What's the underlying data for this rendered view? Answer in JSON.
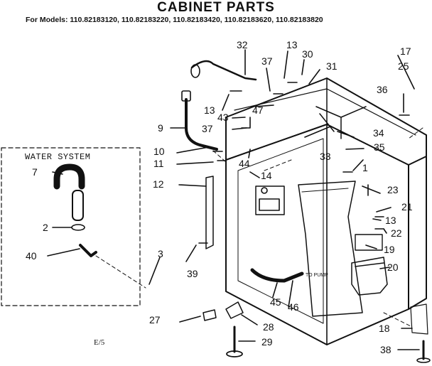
{
  "title": "CABINET PARTS",
  "subtitle": "For Models: 110.82183120, 110.82183220, 110.82183420, 110.82183620, 110.82183820",
  "water_system_label": "WATER SYSTEM",
  "to_pump_label": "TO PUMP",
  "page_code": "E/5",
  "callouts": [
    "1",
    "2",
    "3",
    "7",
    "9",
    "10",
    "11",
    "12",
    "13",
    "13",
    "13",
    "14",
    "17",
    "18",
    "19",
    "20",
    "21",
    "22",
    "23",
    "25",
    "27",
    "28",
    "29",
    "30",
    "31",
    "32",
    "33",
    "34",
    "35",
    "36",
    "37",
    "37",
    "38",
    "39",
    "40",
    "43",
    "44",
    "45",
    "46",
    "47"
  ],
  "line_color": "#111111"
}
